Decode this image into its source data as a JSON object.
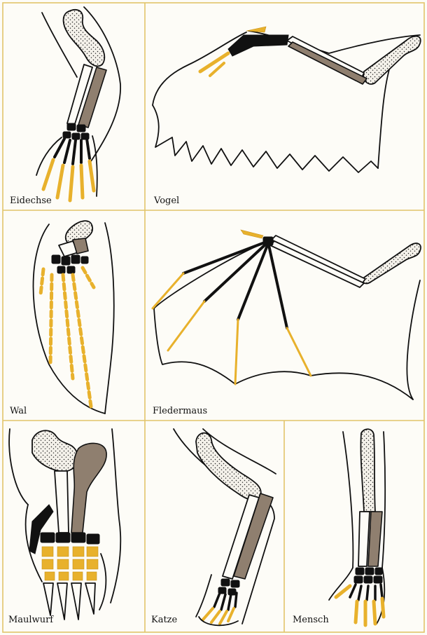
{
  "panels": [
    {
      "id": "eidechse",
      "label": "Eidechse"
    },
    {
      "id": "vogel",
      "label": "Vogel"
    },
    {
      "id": "wal",
      "label": "Wal"
    },
    {
      "id": "fledermaus",
      "label": "Fledermaus"
    },
    {
      "id": "maulwurf",
      "label": "Maulwurf"
    },
    {
      "id": "katze",
      "label": "Katze"
    },
    {
      "id": "mensch",
      "label": "Mensch"
    }
  ],
  "colors": {
    "frame": "#e2c46a",
    "background": "#fdfcf7",
    "humerus_stippled": "#d8d2c4",
    "ulna_gray": "#8f7f6f",
    "carpals_black": "#111111",
    "digits_yellow": "#e8b12c"
  }
}
